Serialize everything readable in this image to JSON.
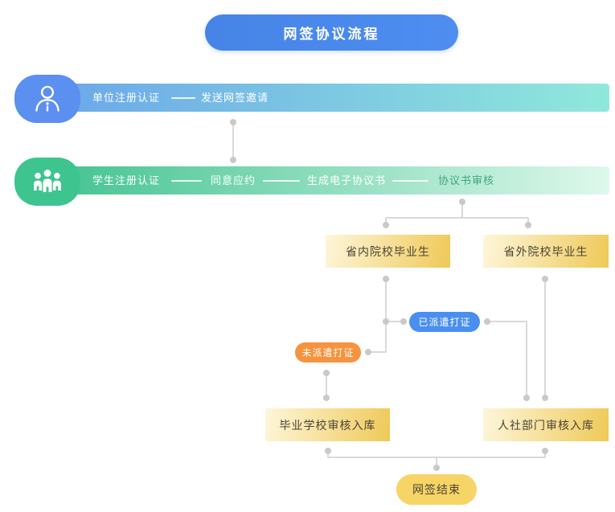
{
  "title": "网签协议流程",
  "flow": {
    "unit_row": {
      "icon": "person-icon",
      "steps": [
        "单位注册认证",
        "发送网签邀请"
      ]
    },
    "student_row": {
      "icon": "people-group-icon",
      "steps": [
        "学生注册认证",
        "同意应约",
        "生成电子协议书",
        "协议书审核"
      ]
    },
    "branches": {
      "inside_province": "省内院校毕业生",
      "outside_province": "省外院校毕业生"
    },
    "status_pills": {
      "dispatched": "已派遣打证",
      "not_dispatched": "未派遣打证"
    },
    "review_boxes": {
      "school": "毕业学校审核入库",
      "hr_dept": "人社部门审核入库"
    },
    "end": "网签结束"
  },
  "colors": {
    "title_blue": "#4a87e8",
    "unit_cap_blue": "#5b8ff0",
    "unit_bar_gradient": [
      "#6ba7ea",
      "#8fe8db"
    ],
    "student_cap_green": "#3ec48f",
    "student_bar_gradient": [
      "#42c391",
      "#def8ec"
    ],
    "node_box_gradient": [
      "#fdf6da",
      "#efc958"
    ],
    "dispatched_blue": "#4a8ff0",
    "not_dispatched_orange": "#f6933f",
    "end_yellow": "#f7d466",
    "connector_gray": "#d9d9d9",
    "node_text": "#4a4436",
    "last_step_green": "#3fa87d"
  }
}
